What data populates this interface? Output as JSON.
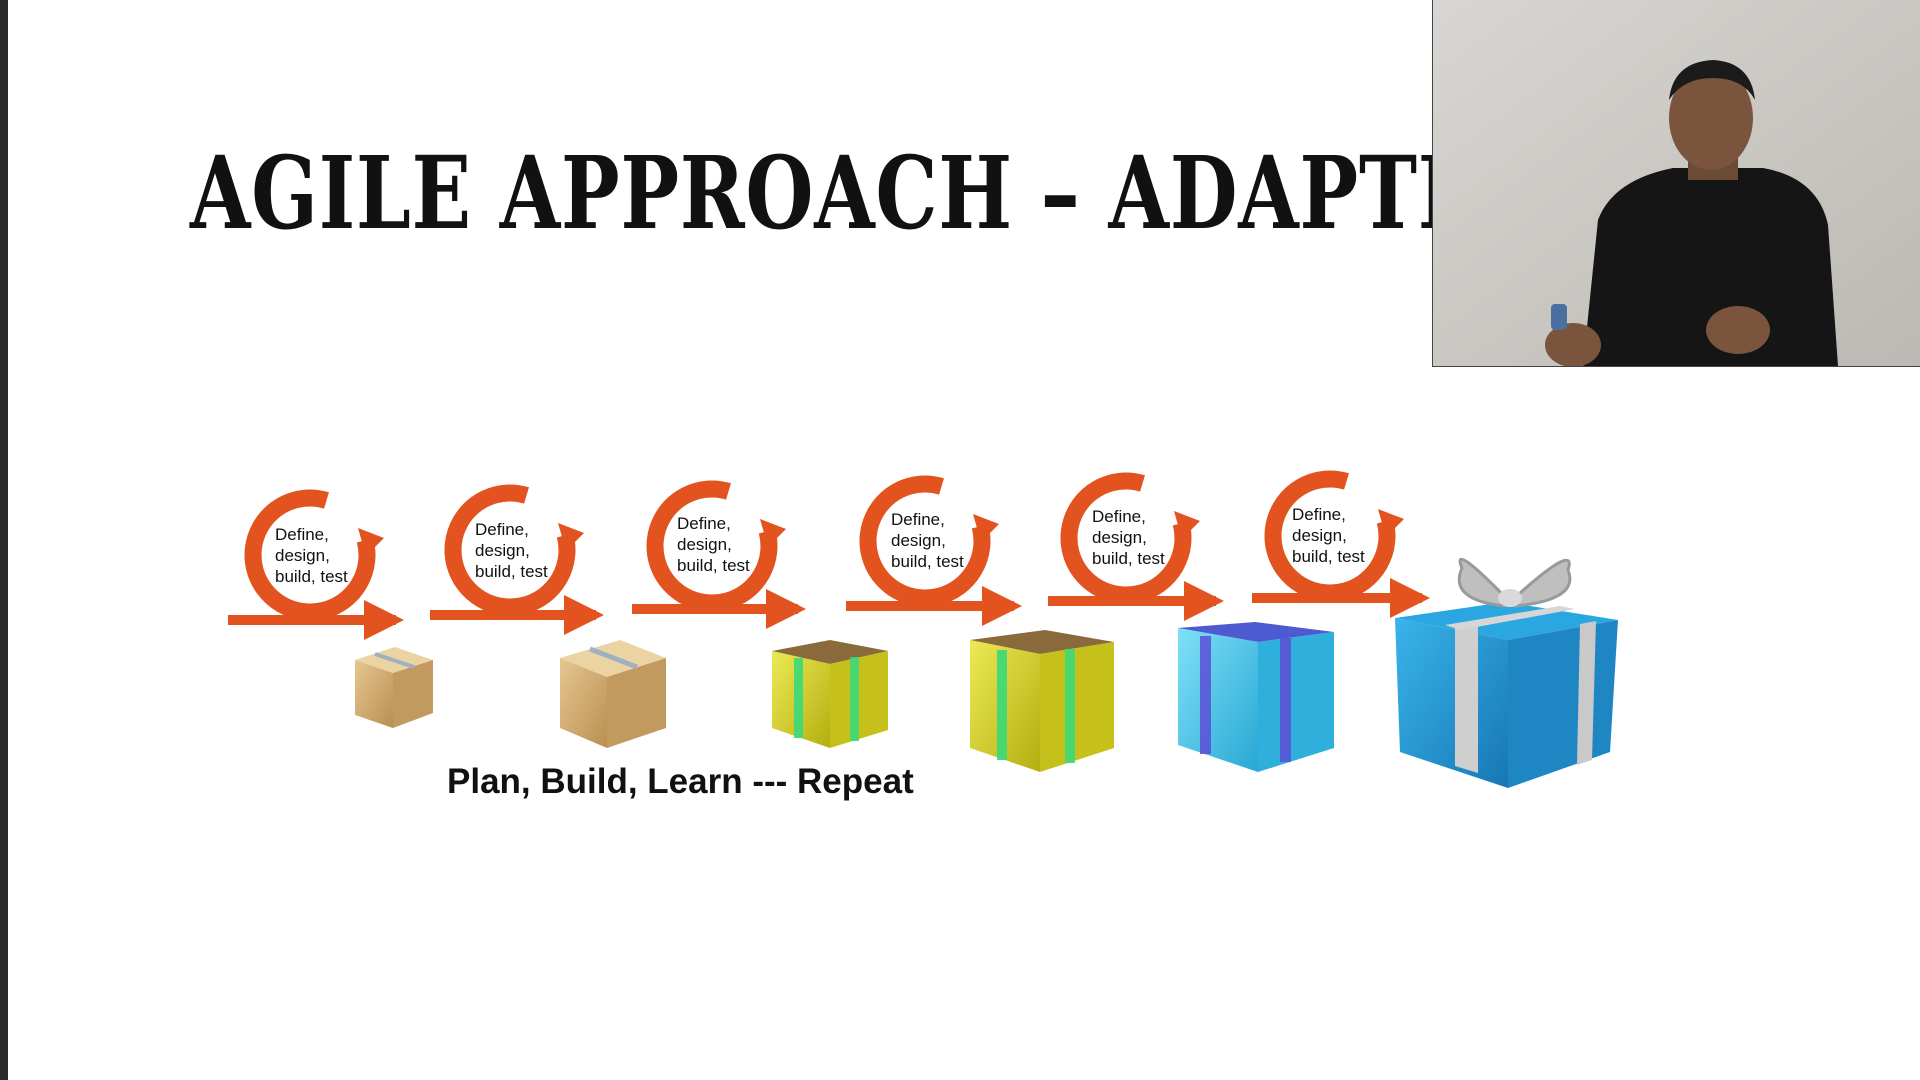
{
  "slide": {
    "title": "AGILE APPROACH – ADAPTIVE",
    "caption": "Plan, Build, Learn --- Repeat"
  },
  "iterations": [
    {
      "lines": [
        "Define,",
        "design,",
        "build, test"
      ],
      "product": "plain-box-small"
    },
    {
      "lines": [
        "Define,",
        "design,",
        "build, test"
      ],
      "product": "plain-box-large"
    },
    {
      "lines": [
        "Define,",
        "design,",
        "build, test"
      ],
      "product": "yellow-box-small"
    },
    {
      "lines": [
        "Define,",
        "design,",
        "build, test"
      ],
      "product": "yellow-box-large"
    },
    {
      "lines": [
        "Define,",
        "design,",
        "build, test"
      ],
      "product": "blue-box"
    },
    {
      "lines": [
        "Define,",
        "design,",
        "build, test"
      ],
      "product": "gift-box-with-bow"
    }
  ],
  "colors": {
    "cycle_arrow": "#e2531f",
    "cardboard": "#d4b27a",
    "yellow_box": "#d9d420",
    "green_ribbon": "#3ad97a",
    "blue_box": "#3ec6ea",
    "purple_ribbon": "#5a4fd6",
    "gift_box": "#1f9ad6",
    "silver_ribbon": "#c9c9c9"
  }
}
